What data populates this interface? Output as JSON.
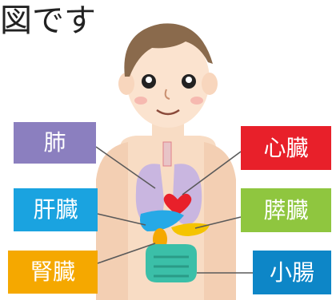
{
  "heading": "図です",
  "labels": {
    "lungs": {
      "text": "肺",
      "color": "#8b7fbf"
    },
    "heart": {
      "text": "心臓",
      "color": "#e8202a"
    },
    "liver": {
      "text": "肝臓",
      "color": "#1aa3e0"
    },
    "pancreas": {
      "text": "膵臓",
      "color": "#8fc63f"
    },
    "kidney": {
      "text": "腎臓",
      "color": "#f5a800"
    },
    "intestine": {
      "text": "小腸",
      "color": "#0d86c7"
    }
  }
}
